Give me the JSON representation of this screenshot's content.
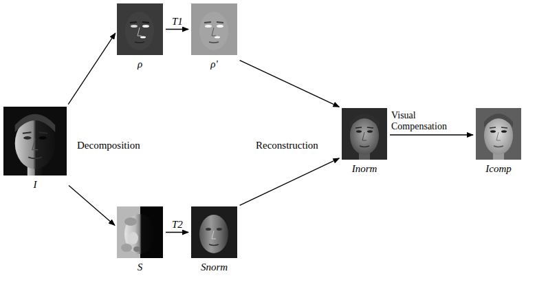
{
  "diagram": {
    "nodes": [
      {
        "text": [
          "I"
        ]
      },
      {
        "text": [
          "ρ"
        ]
      },
      {
        "text": [
          "ρ'"
        ]
      },
      {
        "text": [
          "S"
        ]
      },
      {
        "text": [
          "Snorm"
        ]
      },
      {
        "text": [
          "Inorm"
        ]
      },
      {
        "text": [
          "Icomp"
        ]
      }
    ],
    "edges": [
      {
        "from": 0,
        "to": 1,
        "arrow": "to"
      },
      {
        "from": 0,
        "to": 3,
        "arrow": "to"
      },
      {
        "from": 1,
        "to": 2,
        "label": "T1",
        "arrow": "to"
      },
      {
        "from": 3,
        "to": 4,
        "label": "T2",
        "arrow": "to"
      },
      {
        "from": 2,
        "to": 5,
        "arrow": "to"
      },
      {
        "from": 4,
        "to": 5,
        "arrow": "to"
      },
      {
        "from": 5,
        "to": 6,
        "label": "Visual Compensation",
        "arrow": "to"
      }
    ],
    "labels": [
      "Decomposition",
      "Reconstruction"
    ]
  }
}
